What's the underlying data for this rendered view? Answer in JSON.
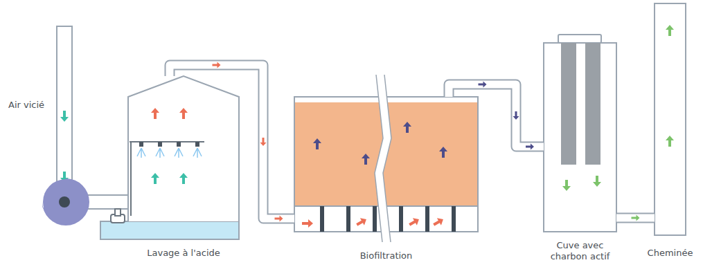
{
  "diagram": {
    "nodes": [
      {
        "text": [
          "Lavage à l'acide"
        ]
      },
      {
        "text": [
          "Biofiltration"
        ]
      },
      {
        "text": [
          "Cuve avec charbon actif"
        ]
      },
      {
        "text": [
          "Cheminée"
        ]
      }
    ],
    "edges": [
      {
        "from": 0,
        "to": 1,
        "arrow": "to"
      },
      {
        "from": 1,
        "to": 2,
        "arrow": "to"
      },
      {
        "from": 2,
        "to": 3,
        "arrow": "to"
      }
    ],
    "labels": [
      "Air vicié"
    ]
  }
}
